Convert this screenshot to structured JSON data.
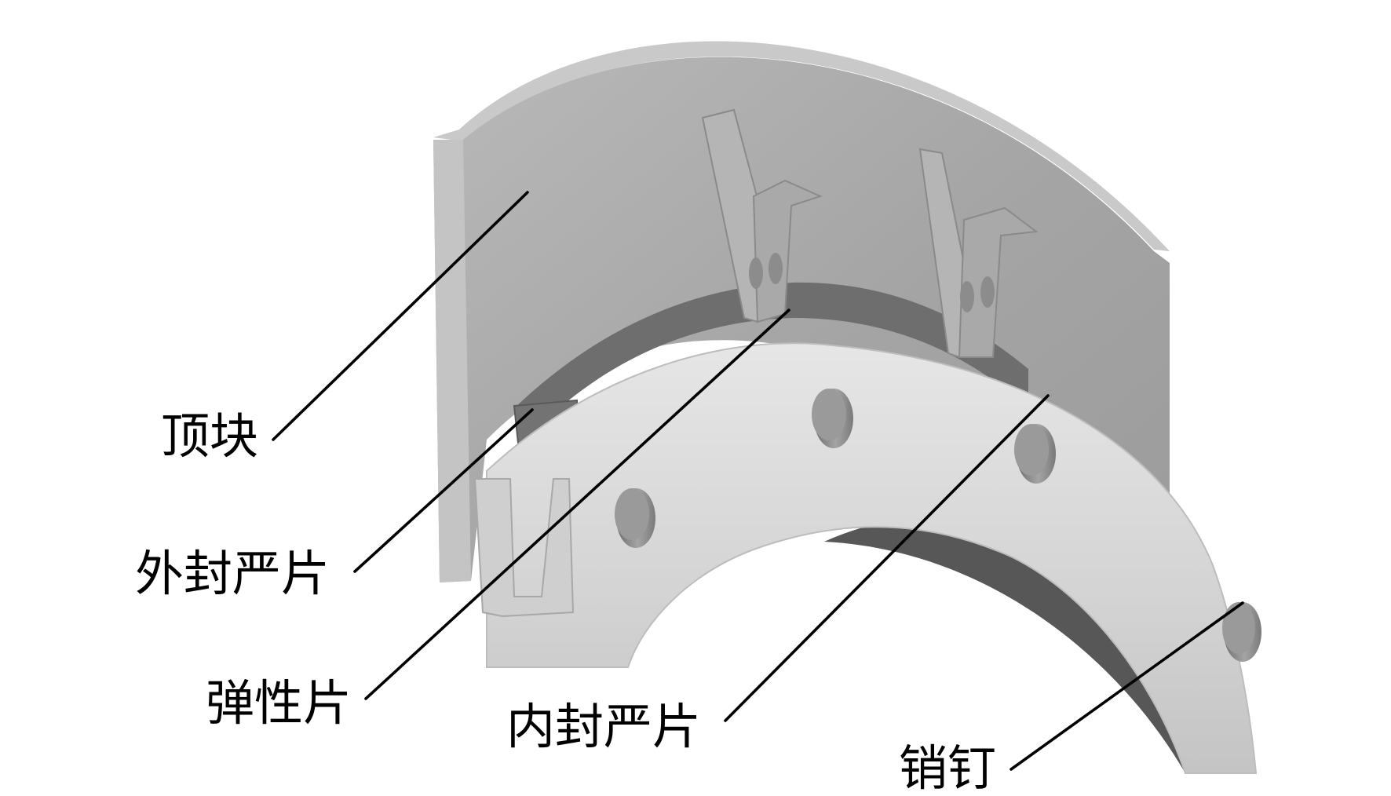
{
  "labels": {
    "top_block": "顶块",
    "outer_seal": "外封严片",
    "spring_leaf": "弹性片",
    "inner_seal": "内封严片",
    "pin": "销钉"
  },
  "colors": {
    "top_block_face": "#a3a3a3",
    "top_block_edge": "#c8c8c8",
    "cavity_dark": "#6b6b6b",
    "ring_light": "#d4d4d4",
    "ring_underside": "#555555",
    "pin": "#8a8a8a",
    "line": "#000000"
  }
}
